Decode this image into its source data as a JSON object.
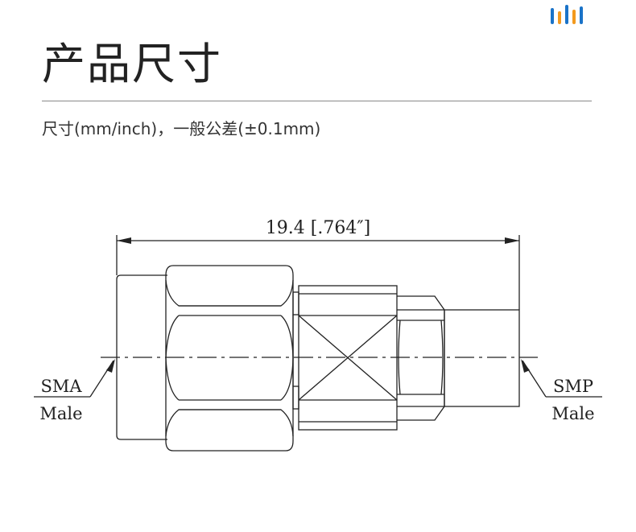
{
  "header": {
    "logo_icon": "bar-chart-logo-icon",
    "logo_colors": [
      "#1a73c8",
      "#f39a1e",
      "#1a73c8",
      "#f39a1e",
      "#1a73c8"
    ],
    "title": "产品尺寸",
    "subtitle": "尺寸(mm/inch)，一般公差(±0.1mm)"
  },
  "drawing": {
    "overall_length": "19.4 [.764″]",
    "left_connector": {
      "type": "SMA",
      "gender": "Male"
    },
    "right_connector": {
      "type": "SMP",
      "gender": "Male"
    }
  }
}
